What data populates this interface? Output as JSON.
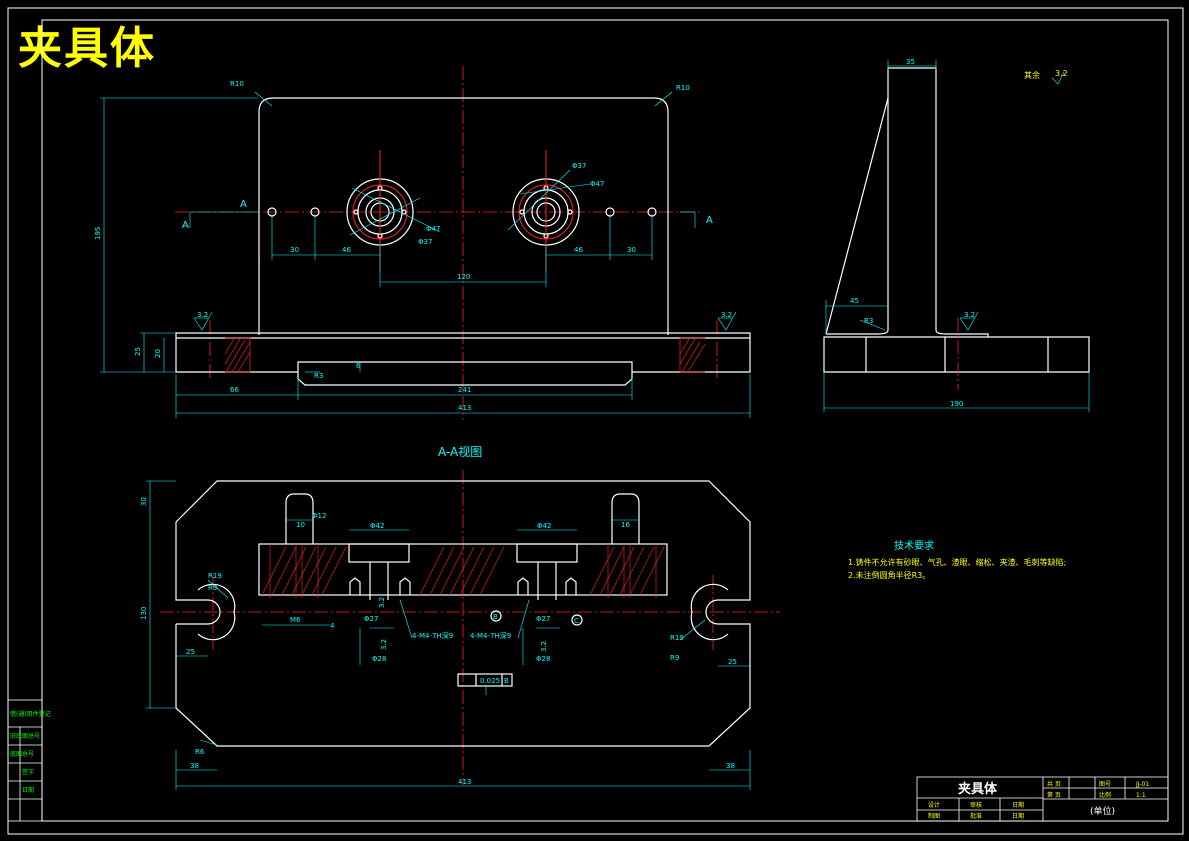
{
  "drawing": {
    "title": "夹具体",
    "section_label": "A-A视图",
    "section_mark": "A",
    "roughness_other": "其余",
    "roughness_value": "3.2",
    "colors": {
      "outline": "#ffffff",
      "dimension": "#00ffff",
      "center": "#ff2020",
      "hatch": "#ff2020",
      "title": "#ffff00",
      "note": "#ffff00",
      "side_table": "#00ff00"
    }
  },
  "front_view": {
    "dims": {
      "r_top_left": "R10",
      "r_top_right": "R10",
      "height_195": "195",
      "h25": "25",
      "h20": "20",
      "d30_left": "30",
      "d46_left": "46",
      "d120": "120",
      "d46_right": "46",
      "d30_right": "30",
      "d66": "66",
      "d241": "241",
      "d413": "413",
      "r3": "R3",
      "d6": "6",
      "phi47_a": "Φ47",
      "phi37_a": "Φ37",
      "phi37_b": "Φ37",
      "phi47_b": "Φ47",
      "rough_left": "3.2",
      "rough_right": "3.2"
    }
  },
  "side_view": {
    "dims": {
      "d35": "35",
      "d45": "45",
      "r3": "R3",
      "d190": "190",
      "rough": "3.2"
    }
  },
  "section_view": {
    "dims": {
      "d30_top": "30",
      "d10": "10",
      "phi12": "Φ12",
      "phi42_a": "Φ42",
      "phi42_b": "Φ42",
      "d16": "16",
      "r19_a": "R19",
      "r9_a": "R9",
      "d130": "130",
      "m6": "M6",
      "d4": "4",
      "thread_a": "4-M4-7H深9",
      "thread_b": "4-M4-7H深9",
      "phi27_a": "Φ27",
      "phi27_b": "Φ27",
      "phi28_a": "Φ28",
      "phi28_b": "Φ28",
      "d32_a": "3.2",
      "d32_b": "3.2",
      "d32_c": "3.2",
      "r19_b": "R19",
      "r9_b": "R9",
      "d25_left": "25",
      "d25_right": "25",
      "r6": "R6",
      "d38_left": "38",
      "d38_right": "38",
      "d413": "413",
      "datum_b": "B",
      "datum_c": "C",
      "gtol_tol": "0.025",
      "gtol_datum": "B"
    }
  },
  "notes": {
    "title": "技术要求",
    "line1": "1.铸件不允许有砂眼、气孔、渣眼、缩松、夹渣、毛刺等缺陷;",
    "line2": "2.未注倒圆角半径R3。"
  },
  "title_block": {
    "name": "夹具体",
    "cell_a": "共 页",
    "cell_b": "第 页",
    "cell_c": "图号",
    "cell_d": "JJ-01",
    "cell_e": "比例",
    "cell_f": "1:1",
    "unit": "(单位)",
    "row1": [
      "设计",
      "审核",
      "日期"
    ],
    "row2": [
      "制图",
      "批准",
      "日期"
    ]
  },
  "side_table": [
    "借(通)用件登记",
    "旧底图总号",
    "底图总号",
    "签字",
    "日期"
  ]
}
